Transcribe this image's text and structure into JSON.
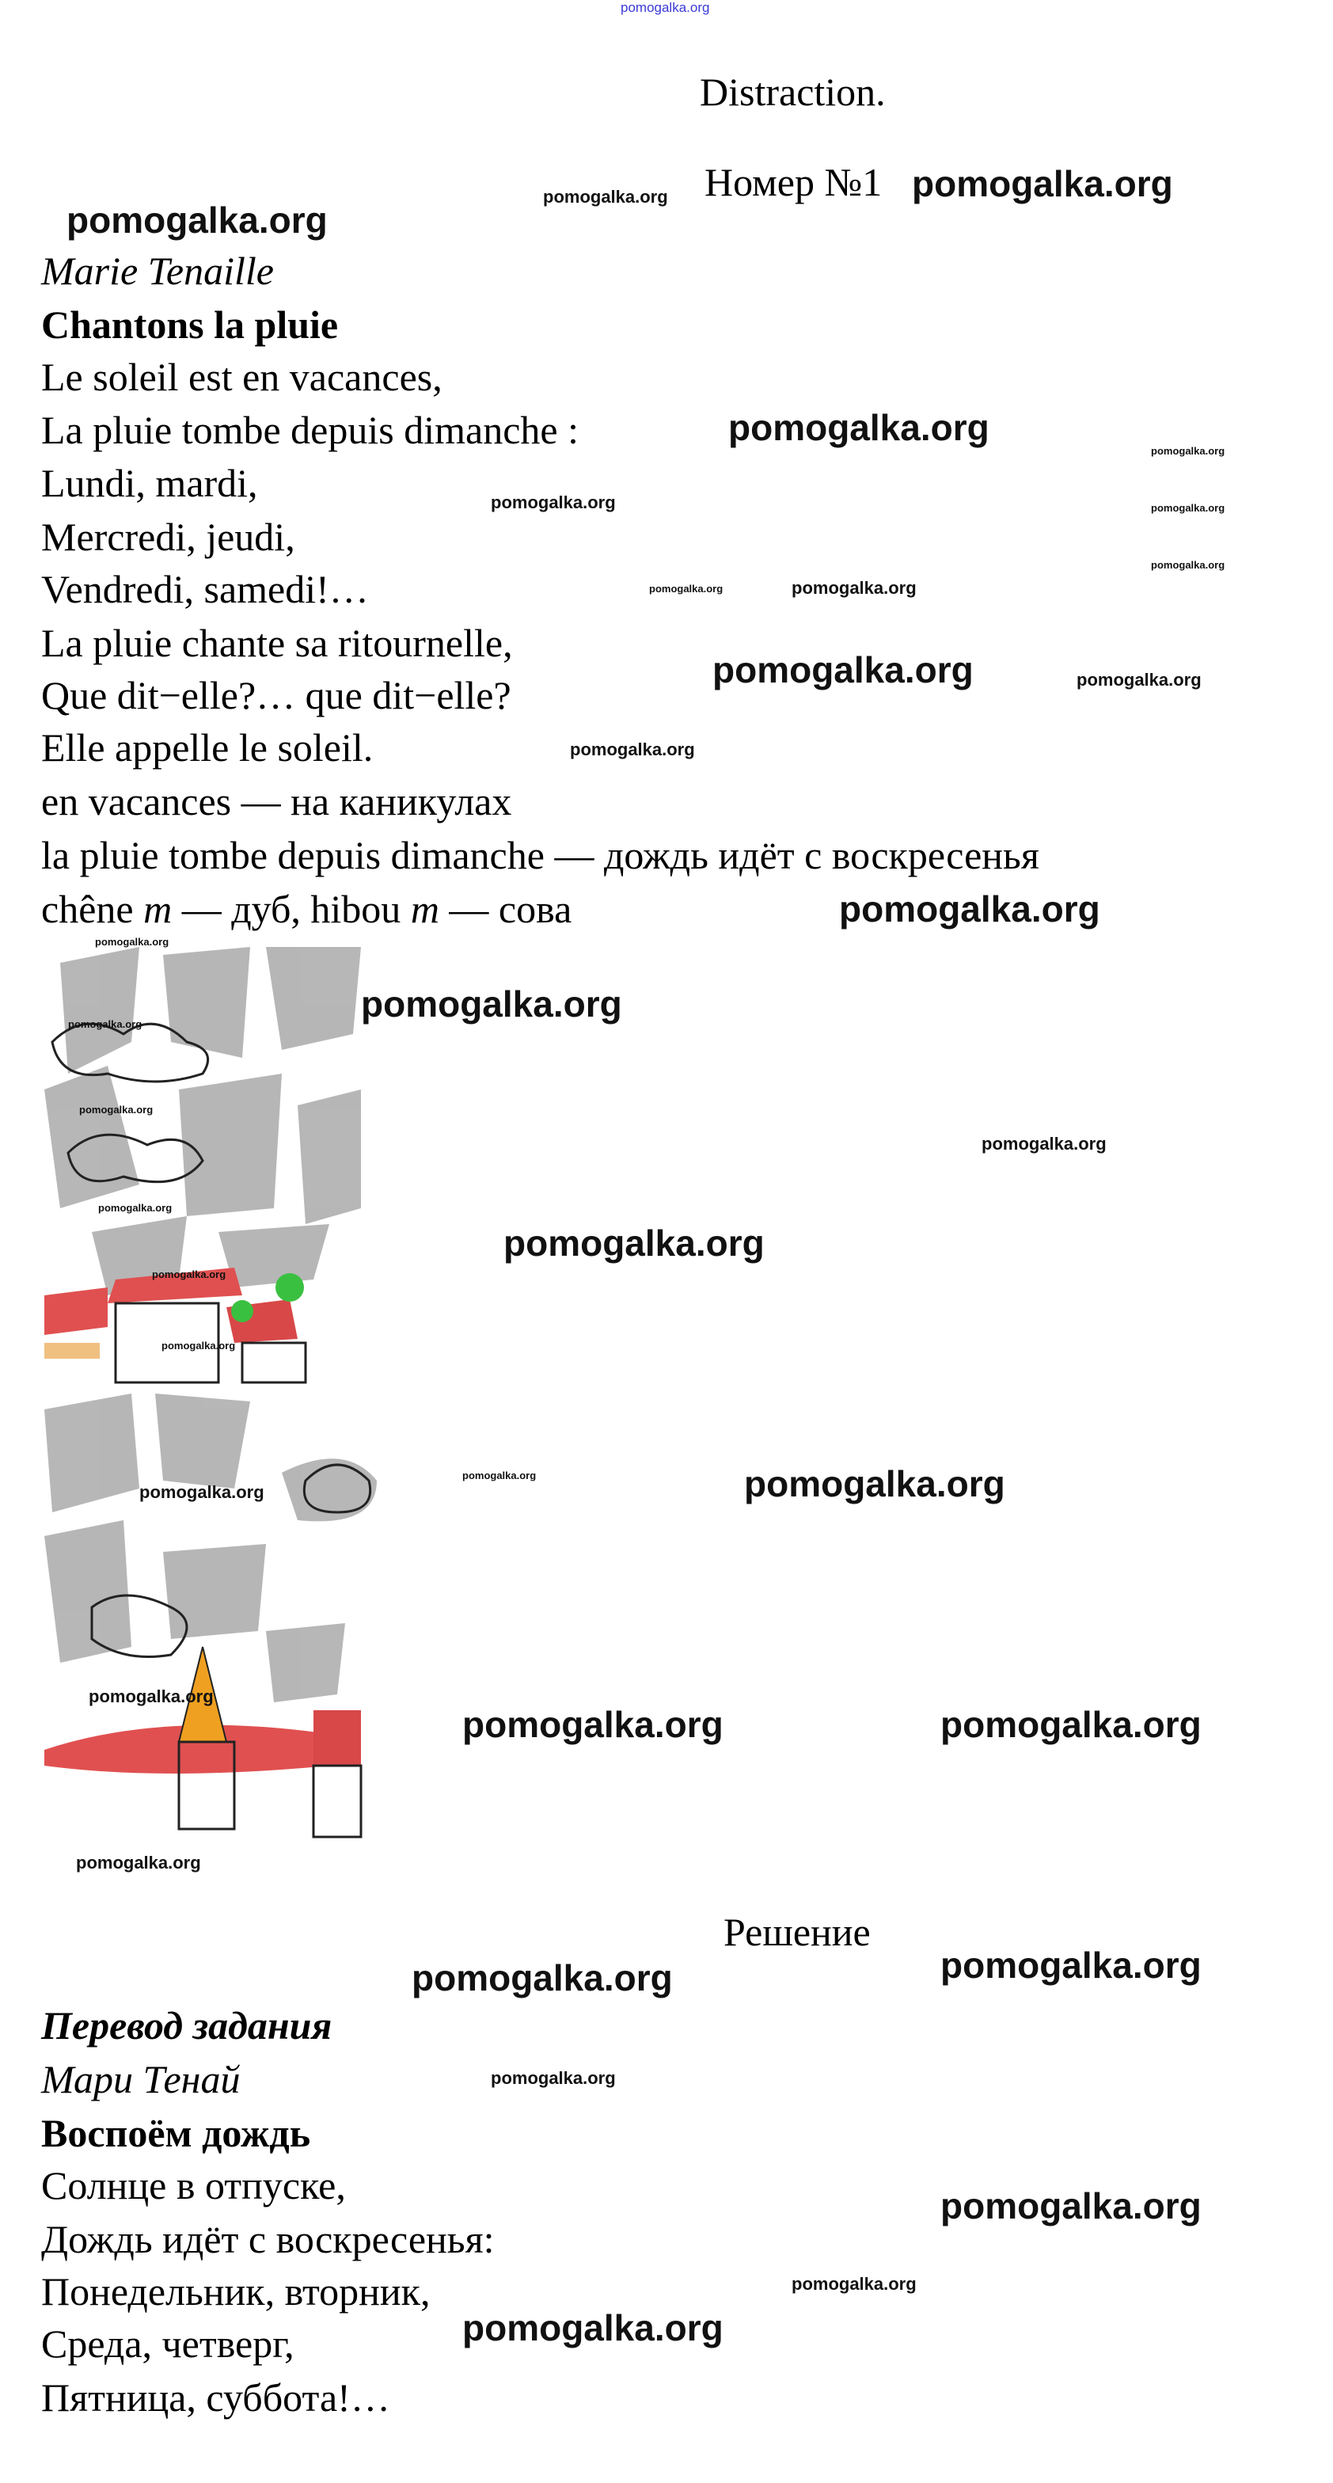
{
  "watermark": "pomogalka.org",
  "header": {
    "title": "Distraction.",
    "number": "Номер №1"
  },
  "poem": {
    "author": "Marie Tenaille",
    "title": "Chantons la pluie",
    "lines": [
      "Le soleil est en vacances,",
      "La pluie tombe depuis dimanche :",
      "Lundi, mardi,",
      "Mercredi, jeudi,",
      "Vendredi, samedi!…",
      "La pluie chante sa ritournelle,",
      "Que dit−elle?… que dit−elle?",
      "Elle appelle le soleil."
    ]
  },
  "vocab": {
    "line1": "en vacances — на каникулах",
    "line2": "la pluie tombe depuis dimanche — дождь идёт с воскресенья",
    "line3_a": "chêne ",
    "line3_m1": "m",
    "line3_b": " — дуб, hibou ",
    "line3_m2": "m",
    "line3_c": " — сова"
  },
  "solution": {
    "heading": "Решение",
    "translation_title": "Перевод задания",
    "author": "Мари Тенай",
    "title": "Воспоём дождь",
    "lines": [
      "Солнце в отпуске,",
      "Дождь идёт с воскресенья:",
      "Понедельник, вторник,",
      "Среда, четверг,",
      "Пятница, суббота!…"
    ]
  }
}
